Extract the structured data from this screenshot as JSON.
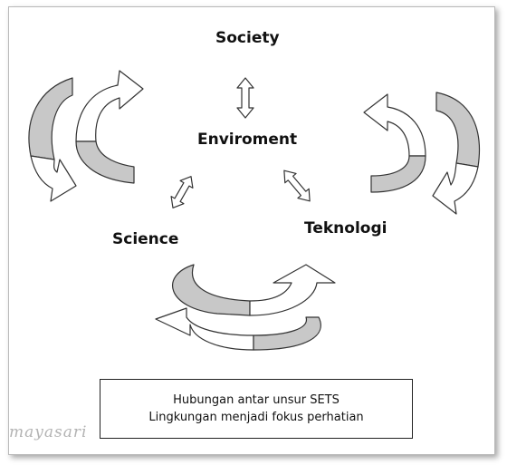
{
  "diagram": {
    "nodes": {
      "society": "Society",
      "environment": "Enviroment",
      "science": "Science",
      "technology": "Teknologi"
    },
    "caption": {
      "line1": "Hubungan antar unsur SETS",
      "line2": "Lingkungan menjadi fokus perhatian"
    },
    "watermark": "mayasari"
  },
  "colors": {
    "arrow_fill_grey": "#c8c8c8",
    "arrow_fill_white": "#ffffff",
    "stroke": "#333333"
  }
}
